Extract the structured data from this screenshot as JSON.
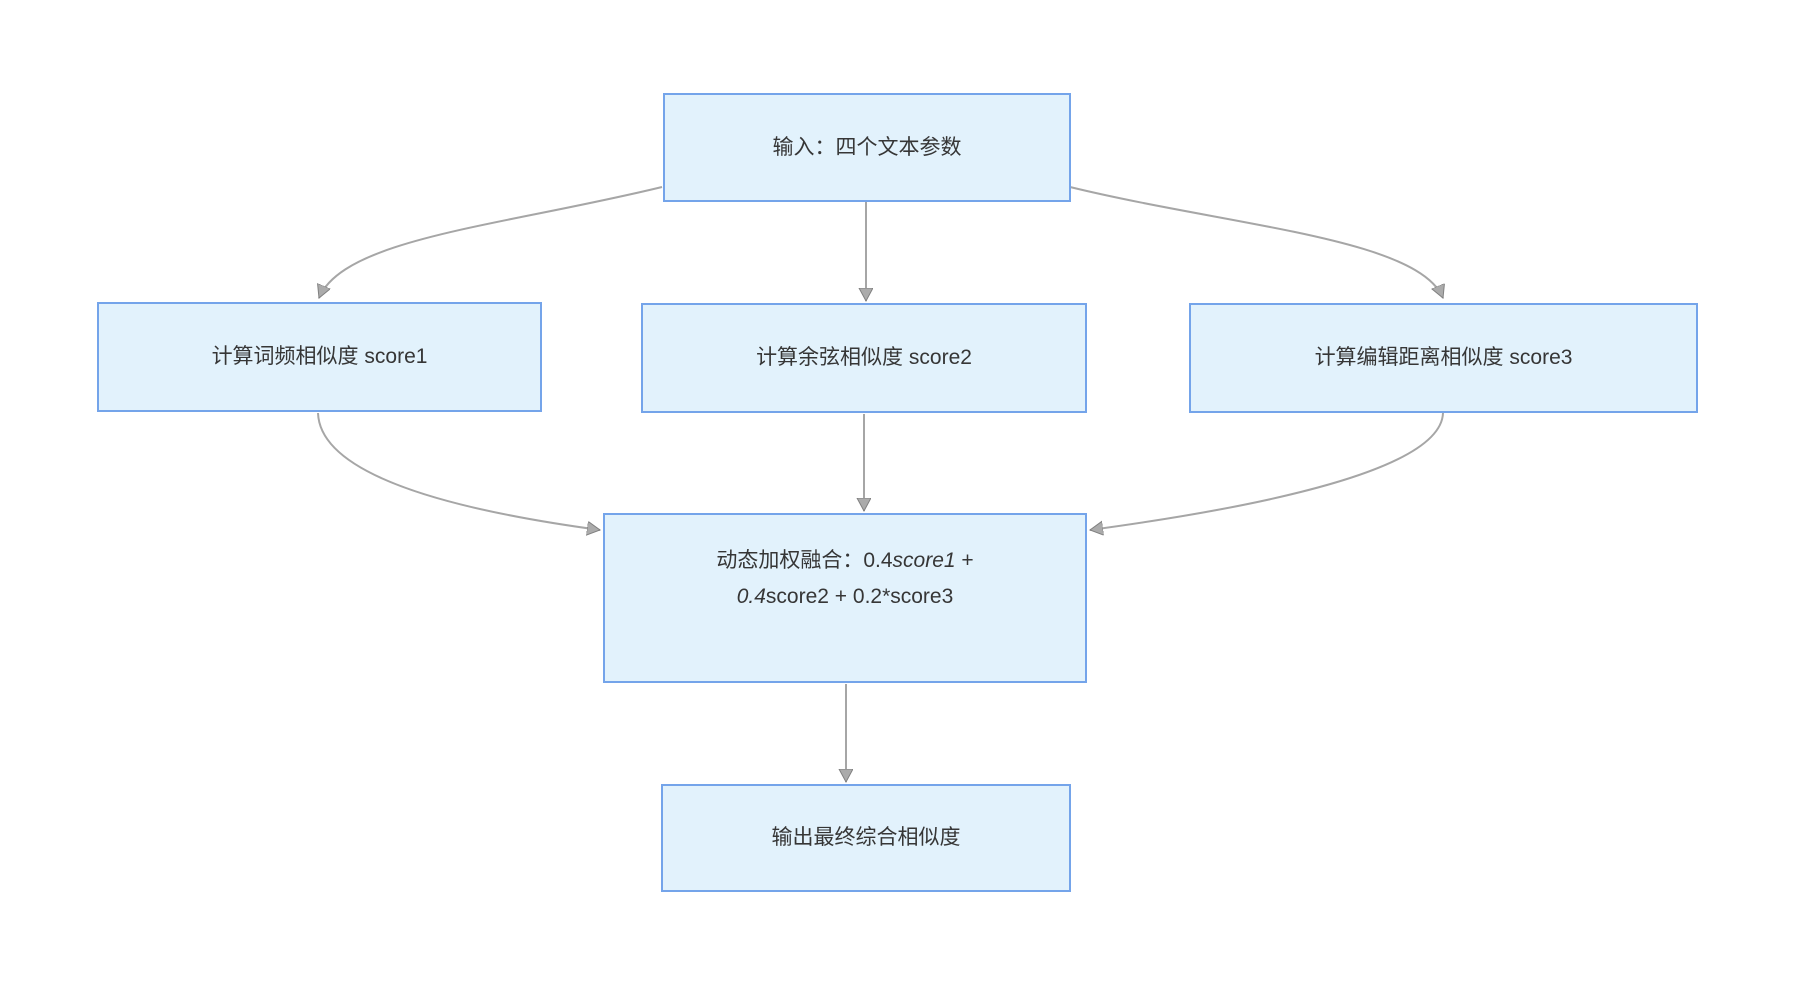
{
  "diagram": {
    "type": "flowchart",
    "direction": "top-down",
    "nodes": {
      "input": {
        "label": "输入：四个文本参数"
      },
      "score1": {
        "label": "计算词频相似度 score1"
      },
      "score2": {
        "label": "计算余弦相似度 score2"
      },
      "score3": {
        "label": "计算编辑距离相似度 score3"
      },
      "fusion": {
        "line1_segments": [
          {
            "text": "动态加权融合：0.4",
            "italic": false
          },
          {
            "text": "score1",
            "italic": true
          },
          {
            "text": " +",
            "italic": false
          }
        ],
        "line2_segments": [
          {
            "text": "0.4",
            "italic": true
          },
          {
            "text": "score2 + 0.2*score3",
            "italic": false
          }
        ],
        "plain_text": "动态加权融合：0.4score1 + 0.4score2 + 0.2*score3"
      },
      "output": {
        "label": "输出最终综合相似度"
      }
    },
    "edges": [
      {
        "from": "input",
        "to": "score1"
      },
      {
        "from": "input",
        "to": "score2"
      },
      {
        "from": "input",
        "to": "score3"
      },
      {
        "from": "score1",
        "to": "fusion"
      },
      {
        "from": "score2",
        "to": "fusion"
      },
      {
        "from": "score3",
        "to": "fusion"
      },
      {
        "from": "fusion",
        "to": "output"
      }
    ],
    "colors": {
      "node_fill": "#e2f2fc",
      "node_border": "#74a4ea",
      "arrow_line": "#a6a6a6",
      "arrow_head_fill": "#ababab",
      "arrow_head_stroke": "#808080",
      "text": "#363636",
      "background": "#ffffff"
    }
  }
}
